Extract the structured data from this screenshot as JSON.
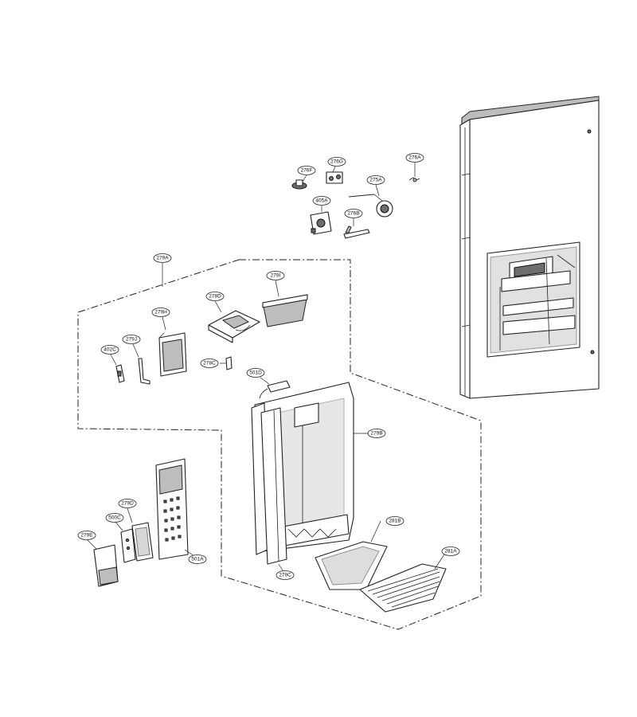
{
  "callouts": {
    "c276A": "276A",
    "c276F": "276F",
    "c276G": "276G",
    "c275A": "275A",
    "c405A": "405A",
    "c276B": "276B",
    "c279A": "279A",
    "c279I": "279I",
    "c278D": "278D",
    "c279H": "279H",
    "c279J": "279J",
    "c402C": "402C",
    "c278C": "278C",
    "c501D": "501D",
    "c279B": "279B",
    "c279D": "279D",
    "c500C": "500C",
    "c279E": "279E",
    "c501A": "501A",
    "c281B": "281B",
    "c281A": "281A",
    "c279C": "279C"
  }
}
